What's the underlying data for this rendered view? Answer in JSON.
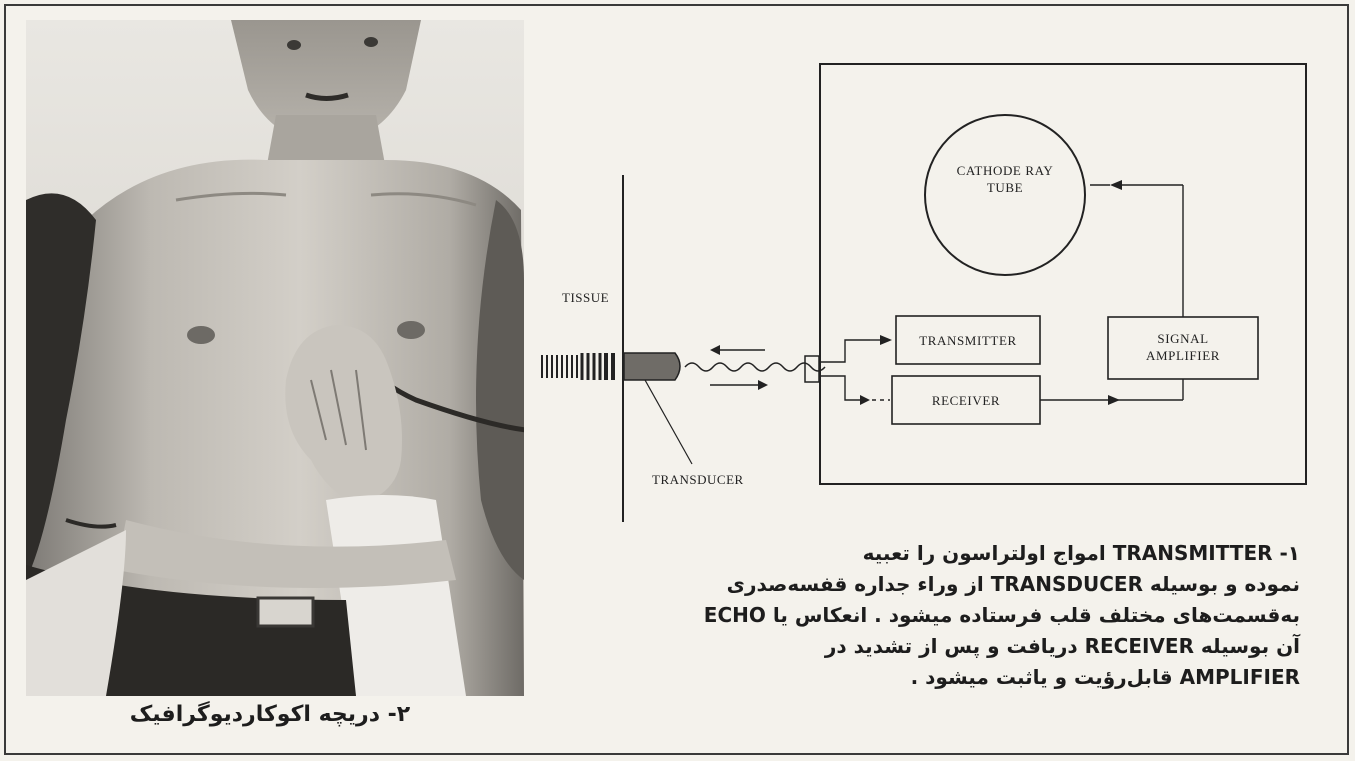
{
  "figure_photo": {
    "caption": "۲- دریچه اکوکاردیوگرافیک"
  },
  "diagram": {
    "labels": {
      "tissue": "TISSUE",
      "transducer": "TRANSDUCER",
      "cathode_ray_tube_line1": "CATHODE RAY",
      "cathode_ray_tube_line2": "TUBE",
      "transmitter": "TRANSMITTER",
      "receiver": "RECEIVER",
      "signal_amplifier_line1": "SIGNAL",
      "signal_amplifier_line2": "AMPLIFIER"
    }
  },
  "caption_text": {
    "line1": "۱- TRANSMITTER امواج اولتراسون را تعبیه",
    "line2": "نموده و بوسیله TRANSDUCER از وراء جداره قفسه‌صدری",
    "line3": "به‌قسمت‌های مختلف قلب فرستاده میشود . انعکاس یا ECHO",
    "line4": "آن بوسیله RECEIVER دریافت و پس از تشدید در",
    "line5": "AMPLIFIER قابل‌رؤیت و یاثبت میشود ."
  }
}
